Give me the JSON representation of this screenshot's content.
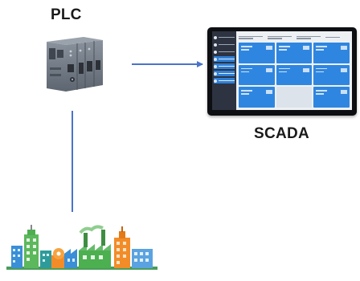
{
  "labels": {
    "plc": "PLC",
    "scada": "SCADA"
  },
  "colors": {
    "connector": "#4a74c9",
    "plc_body": "#6e7784",
    "scada_tile": "#2f86e0",
    "scada_sidebar": "#2d3340"
  },
  "icons": {
    "plc": "plc-controller-icon",
    "scada": "scada-monitor-icon",
    "factory": "factory-buildings-icon",
    "arrow": "arrow-right-icon"
  },
  "scada_screen": {
    "sidebar_items": 7,
    "tiles_filled": [
      true,
      true,
      true,
      true,
      true,
      true,
      true,
      false,
      true
    ]
  }
}
